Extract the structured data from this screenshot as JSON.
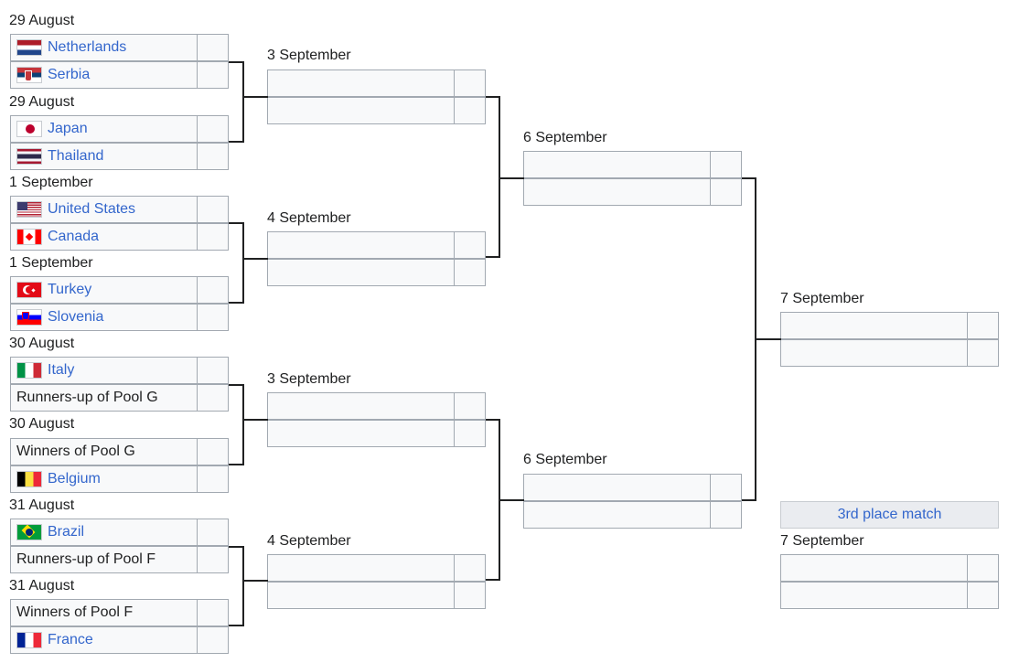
{
  "r1": {
    "m1": {
      "date": "29 August",
      "t1": "Netherlands",
      "t2": "Serbia"
    },
    "m2": {
      "date": "29 August",
      "t1": "Japan",
      "t2": "Thailand"
    },
    "m3": {
      "date": "1 September",
      "t1": "United States",
      "t2": "Canada"
    },
    "m4": {
      "date": "1 September",
      "t1": "Turkey",
      "t2": "Slovenia"
    },
    "m5": {
      "date": "30 August",
      "t1": "Italy",
      "t2": "Runners-up of Pool G"
    },
    "m6": {
      "date": "30 August",
      "t1": "Winners of Pool G",
      "t2": "Belgium"
    },
    "m7": {
      "date": "31 August",
      "t1": "Brazil",
      "t2": "Runners-up of Pool F"
    },
    "m8": {
      "date": "31 August",
      "t1": "Winners of Pool F",
      "t2": "France"
    }
  },
  "qf": {
    "m1": {
      "date": "3 September"
    },
    "m2": {
      "date": "4 September"
    },
    "m3": {
      "date": "3 September"
    },
    "m4": {
      "date": "4 September"
    }
  },
  "sf": {
    "m1": {
      "date": "6 September"
    },
    "m2": {
      "date": "6 September"
    }
  },
  "final": {
    "date": "7 September"
  },
  "third": {
    "label": "3rd place match",
    "date": "7 September"
  },
  "flags": {
    "netherlands": "netherlands-flag-icon",
    "serbia": "serbia-flag-icon",
    "japan": "japan-flag-icon",
    "thailand": "thailand-flag-icon",
    "united_states": "united-states-flag-icon",
    "canada": "canada-flag-icon",
    "turkey": "turkey-flag-icon",
    "slovenia": "slovenia-flag-icon",
    "italy": "italy-flag-icon",
    "belgium": "belgium-flag-icon",
    "brazil": "brazil-flag-icon",
    "france": "france-flag-icon"
  },
  "colors": {
    "link": "#3366cc",
    "border": "#a2a9b1",
    "fill": "#f8f9fa",
    "connector": "#202122"
  }
}
